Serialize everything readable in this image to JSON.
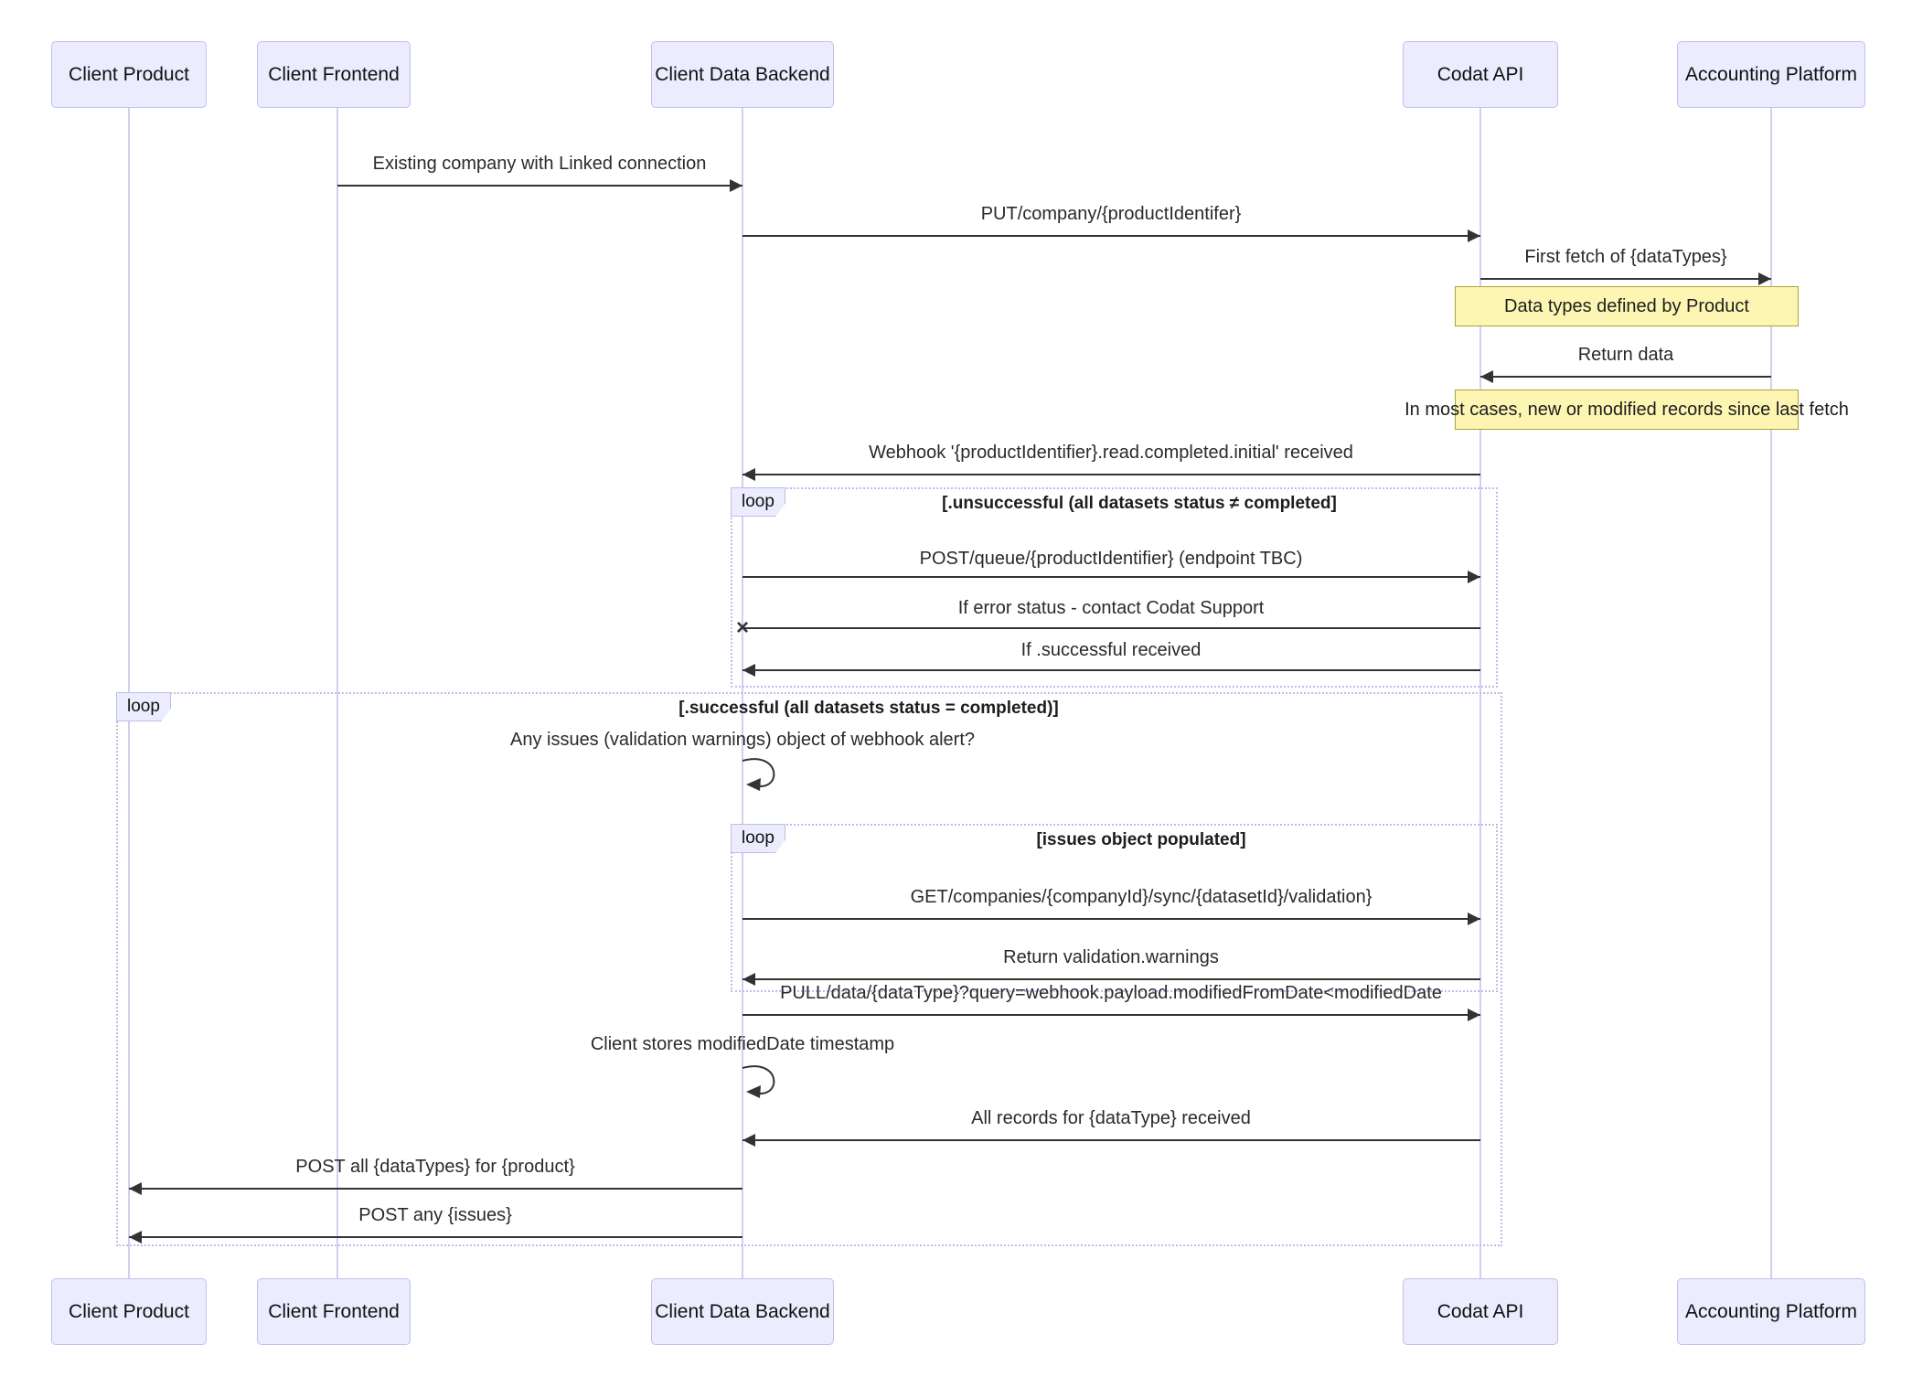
{
  "diagram_type": "sequence",
  "actors": [
    {
      "label": "Client Product"
    },
    {
      "label": "Client Frontend"
    },
    {
      "label": "Client Data Backend"
    },
    {
      "label": "Codat API"
    },
    {
      "label": "Accounting Platform"
    }
  ],
  "messages": [
    {
      "from": "Client Frontend",
      "to": "Client Data Backend",
      "direction": "right",
      "head": "arrow",
      "text": "Existing company with Linked connection"
    },
    {
      "from": "Client Data Backend",
      "to": "Codat API",
      "direction": "right",
      "head": "arrow",
      "text": "PUT/company/{productIdentifer}"
    },
    {
      "from": "Codat API",
      "to": "Accounting Platform",
      "direction": "right",
      "head": "arrow",
      "text": "First fetch of {dataTypes}"
    },
    {
      "from": "Accounting Platform",
      "to": "Codat API",
      "direction": "left",
      "head": "arrow",
      "text": "Return data"
    },
    {
      "from": "Codat API",
      "to": "Client Data Backend",
      "direction": "left",
      "head": "arrow",
      "text": "Webhook '{productIdentifier}.read.completed.initial' received"
    },
    {
      "from": "Client Data Backend",
      "to": "Codat API",
      "direction": "right",
      "head": "arrow",
      "text": "POST/queue/{productIdentifier} (endpoint TBC)"
    },
    {
      "from": "Codat API",
      "to": "Client Data Backend",
      "direction": "left",
      "head": "cross",
      "text": "If error status - contact Codat Support"
    },
    {
      "from": "Codat API",
      "to": "Client Data Backend",
      "direction": "left",
      "head": "arrow",
      "text": "If .successful received"
    },
    {
      "from": "Client Data Backend",
      "to": "Client Data Backend",
      "direction": "self",
      "head": "arrow",
      "text": "Any issues (validation warnings) object of webhook alert?"
    },
    {
      "from": "Client Data Backend",
      "to": "Codat API",
      "direction": "right",
      "head": "arrow",
      "text": "GET/companies/{companyId}/sync/{datasetId}/validation}"
    },
    {
      "from": "Codat API",
      "to": "Client Data Backend",
      "direction": "left",
      "head": "arrow",
      "text": "Return validation.warnings"
    },
    {
      "from": "Client Data Backend",
      "to": "Codat API",
      "direction": "right",
      "head": "arrow",
      "text": "PULL/data/{dataType}?query=webhook.payload.modifiedFromDate<modifiedDate"
    },
    {
      "from": "Client Data Backend",
      "to": "Client Data Backend",
      "direction": "self",
      "head": "arrow",
      "text": "Client stores modifiedDate timestamp"
    },
    {
      "from": "Codat API",
      "to": "Client Data Backend",
      "direction": "left",
      "head": "arrow",
      "text": "All records for {dataType} received"
    },
    {
      "from": "Client Data Backend",
      "to": "Client Product",
      "direction": "left",
      "head": "arrow",
      "text": "POST all {dataTypes} for {product}"
    },
    {
      "from": "Client Data Backend",
      "to": "Client Product",
      "direction": "left",
      "head": "arrow",
      "text": "POST any {issues}"
    }
  ],
  "notes": [
    {
      "over": "Codat API / Accounting Platform",
      "text": "Data types defined by Product"
    },
    {
      "over": "Codat API / Accounting Platform",
      "text": "In most cases, new or modified records since last fetch"
    }
  ],
  "loops": [
    {
      "label": "loop",
      "condition": "[.unsuccessful (all datasets status ≠ completed]"
    },
    {
      "label": "loop",
      "condition": "[.successful (all datasets status = completed)]"
    },
    {
      "label": "loop",
      "condition": "[issues object populated]"
    }
  ],
  "icons": {
    "cross_marker": "×"
  },
  "colors": {
    "actor_fill": "#ECECFF",
    "actor_border": "#c4bdf0",
    "lifeline": "#d5ceee",
    "note_fill": "#fdf6b3",
    "note_border": "#aba23d",
    "loop_border": "#c2bbe8",
    "line": "#333333",
    "background": "#ffffff"
  }
}
